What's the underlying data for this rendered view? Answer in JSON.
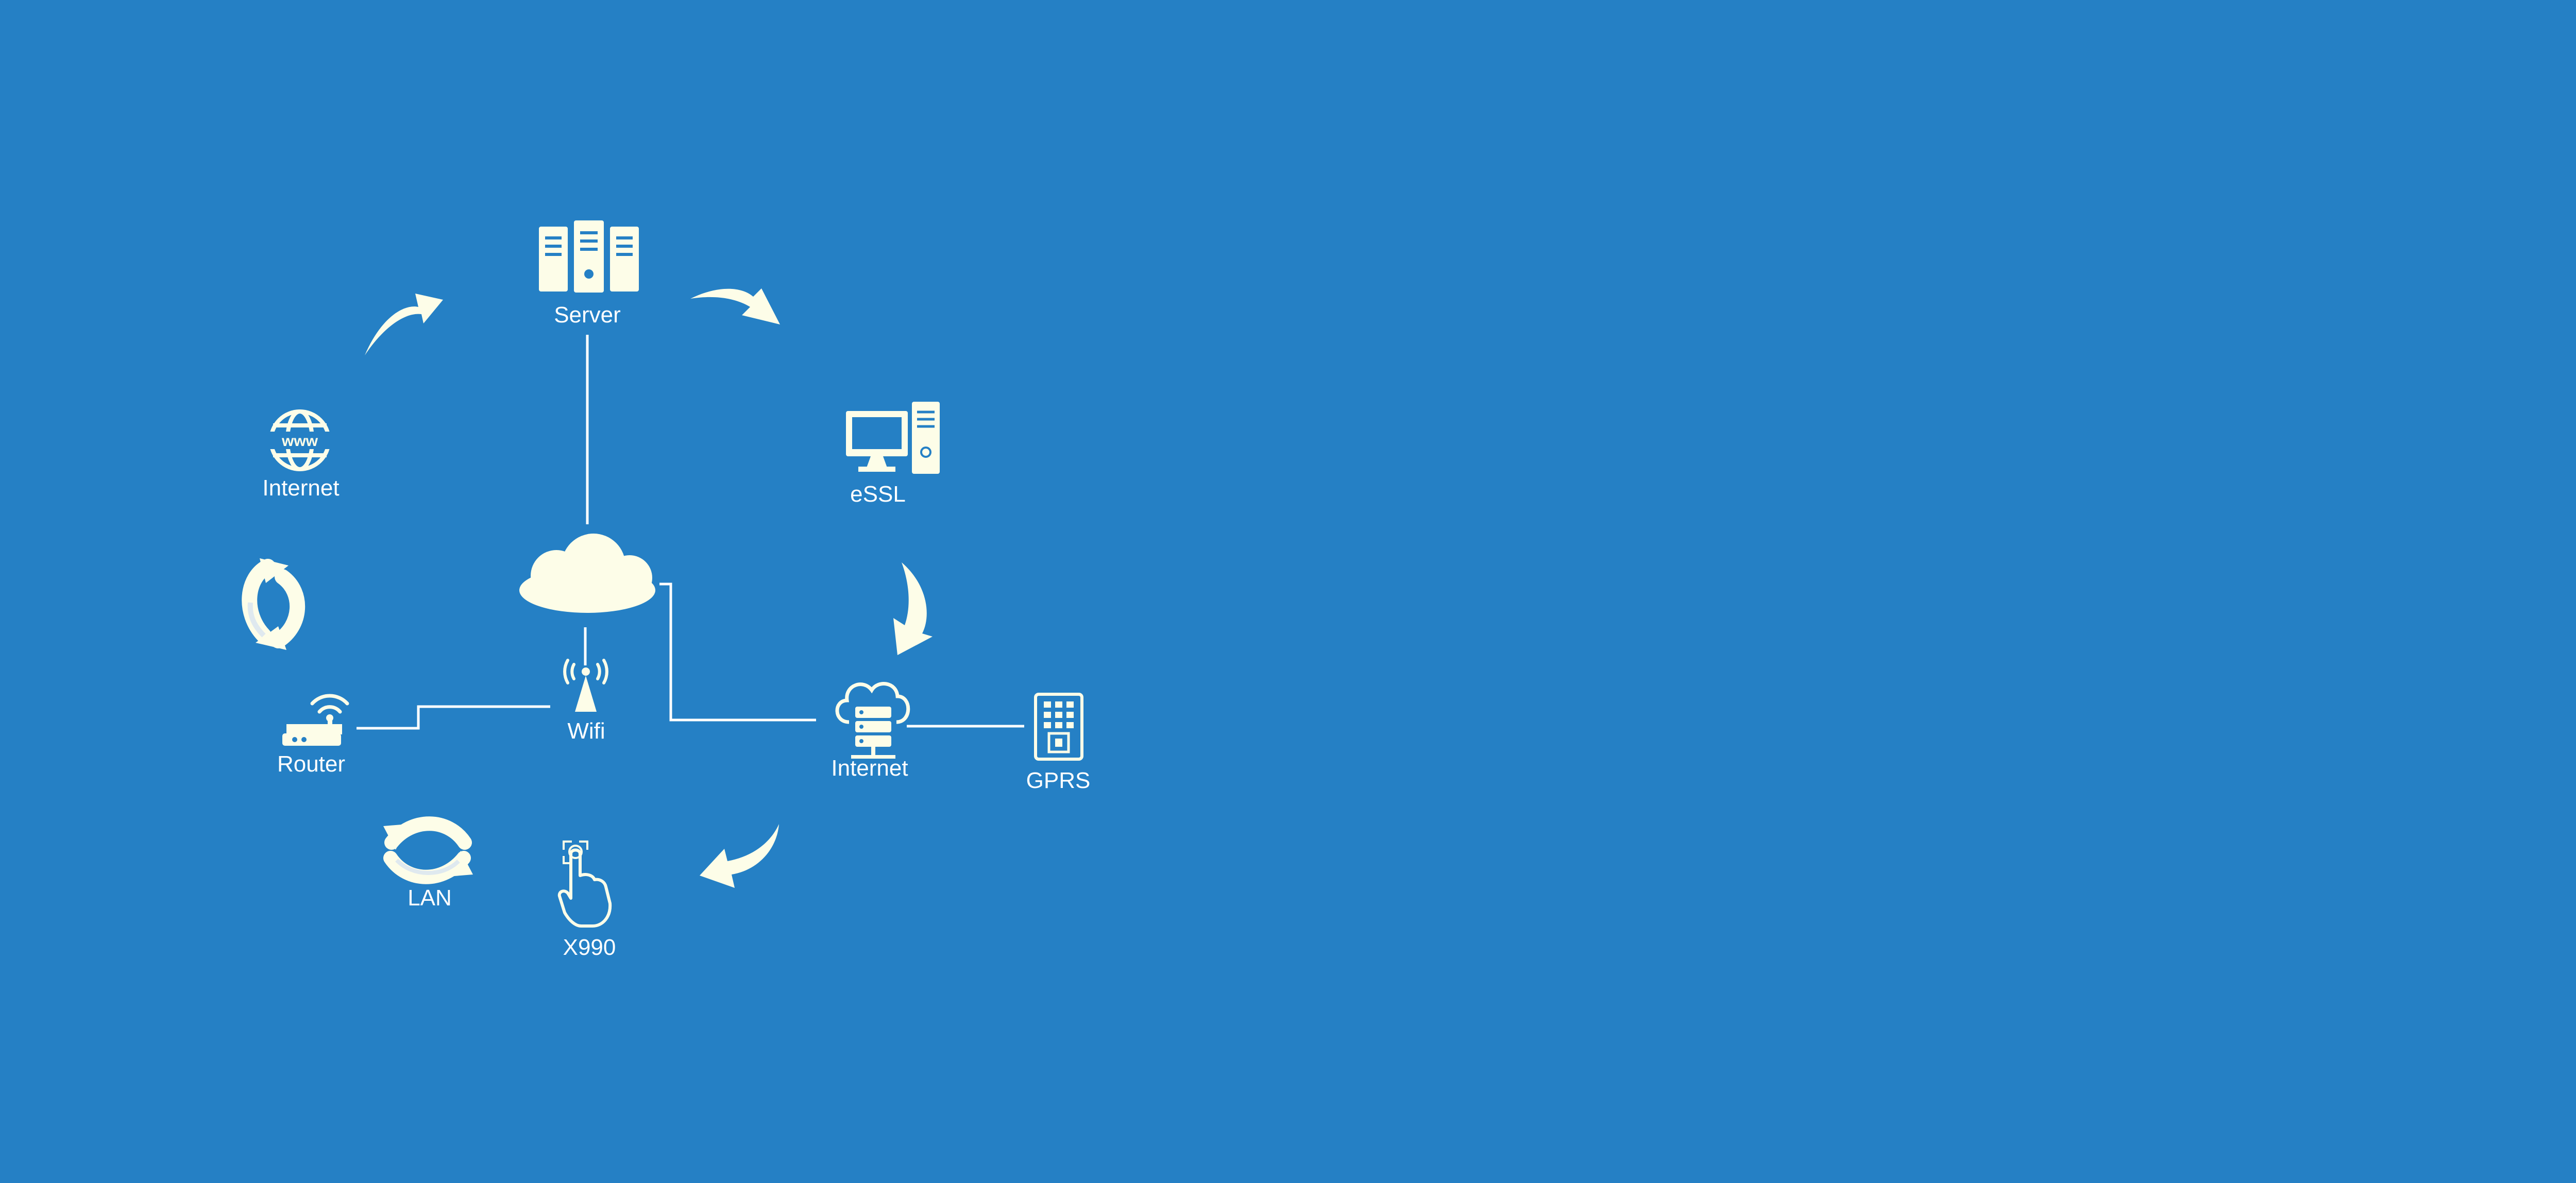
{
  "colors": {
    "background": "#2580c5",
    "icon": "#fdfde8",
    "line": "#ffffff"
  },
  "nodes": {
    "server": {
      "label": "Server",
      "icon": "server-rack-icon"
    },
    "essl": {
      "label": "eSSL",
      "icon": "desktop-computer-icon"
    },
    "internet_globe": {
      "label": "Internet",
      "icon": "globe-www-icon"
    },
    "cloud": {
      "label": "",
      "icon": "cloud-icon"
    },
    "wifi": {
      "label": "Wifi",
      "icon": "wifi-antenna-icon"
    },
    "router": {
      "label": "Router",
      "icon": "router-icon"
    },
    "internet_cloud_server": {
      "label": "Internet",
      "icon": "cloud-server-icon"
    },
    "gprs": {
      "label": "GPRS",
      "icon": "keypad-device-icon"
    },
    "lan": {
      "label": "LAN",
      "icon": "sync-arrows-icon"
    },
    "x990": {
      "label": "X990",
      "icon": "fingerprint-touch-icon"
    }
  }
}
